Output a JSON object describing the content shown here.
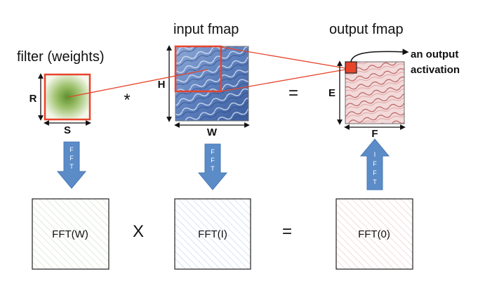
{
  "labels": {
    "filter_title": "filter (weights)",
    "input_title": "input fmap",
    "output_title": "output fmap",
    "R": "R",
    "S": "S",
    "H": "H",
    "W": "W",
    "E": "E",
    "F": "F",
    "conv_op": "*",
    "eq_top": "=",
    "mult_op": "X",
    "eq_bottom": "=",
    "callout_line1": "an output",
    "callout_line2": "activation"
  },
  "boxes": {
    "fft_w": "FFT(W)",
    "fft_i": "FFT(I)",
    "fft_o": "FFT(0)"
  },
  "arrows": {
    "fft_letters": [
      "F",
      "F",
      "T"
    ],
    "ifft_letters": [
      "I",
      "F",
      "F",
      "T"
    ]
  },
  "colors": {
    "red": "#e8442c",
    "arrow_blue": "#5b8cc8",
    "filter_green": "#6a9a3a",
    "input_blue": "#4a6fb0",
    "output_red": "#a84040"
  }
}
